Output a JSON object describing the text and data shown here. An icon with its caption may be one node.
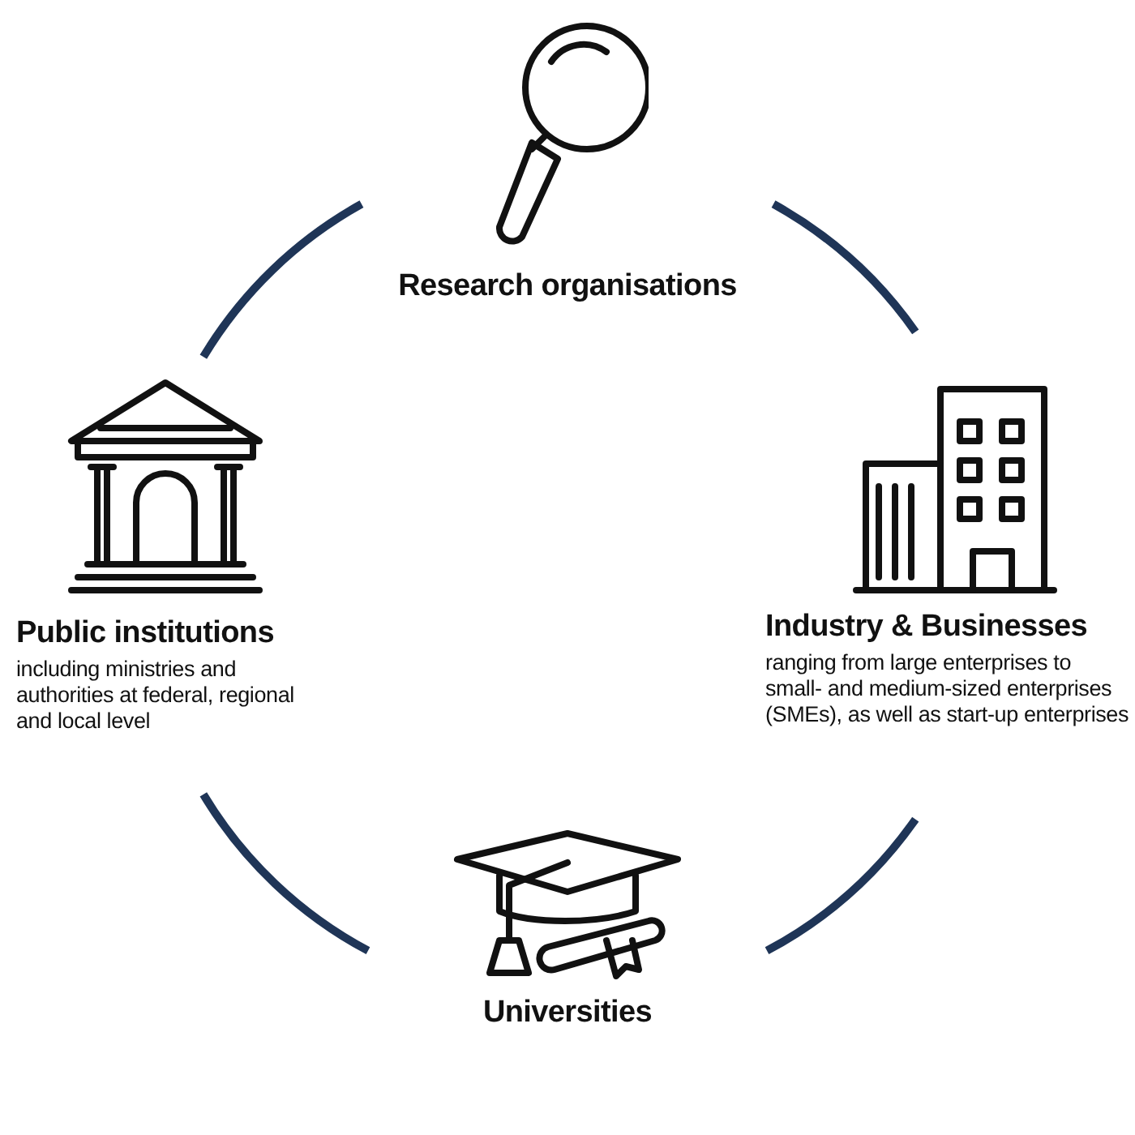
{
  "diagram": {
    "nodes": [
      {
        "text": [
          "Research organisations"
        ]
      },
      {
        "text": [
          "Public institutions",
          "including ministries and authorities at federal, regional and local level"
        ]
      },
      {
        "text": [
          "Industry & Businesses",
          "ranging from large enterprises to small- and medium-sized enterprises (SMEs), as well as start-up enterprises"
        ]
      },
      {
        "text": [
          "Universities"
        ]
      }
    ],
    "edges": [
      {
        "from": 0,
        "to": 2,
        "arrow": "none"
      },
      {
        "from": 2,
        "to": 3,
        "arrow": "none"
      },
      {
        "from": 3,
        "to": 1,
        "arrow": "none"
      },
      {
        "from": 1,
        "to": 0,
        "arrow": "none"
      }
    ]
  }
}
